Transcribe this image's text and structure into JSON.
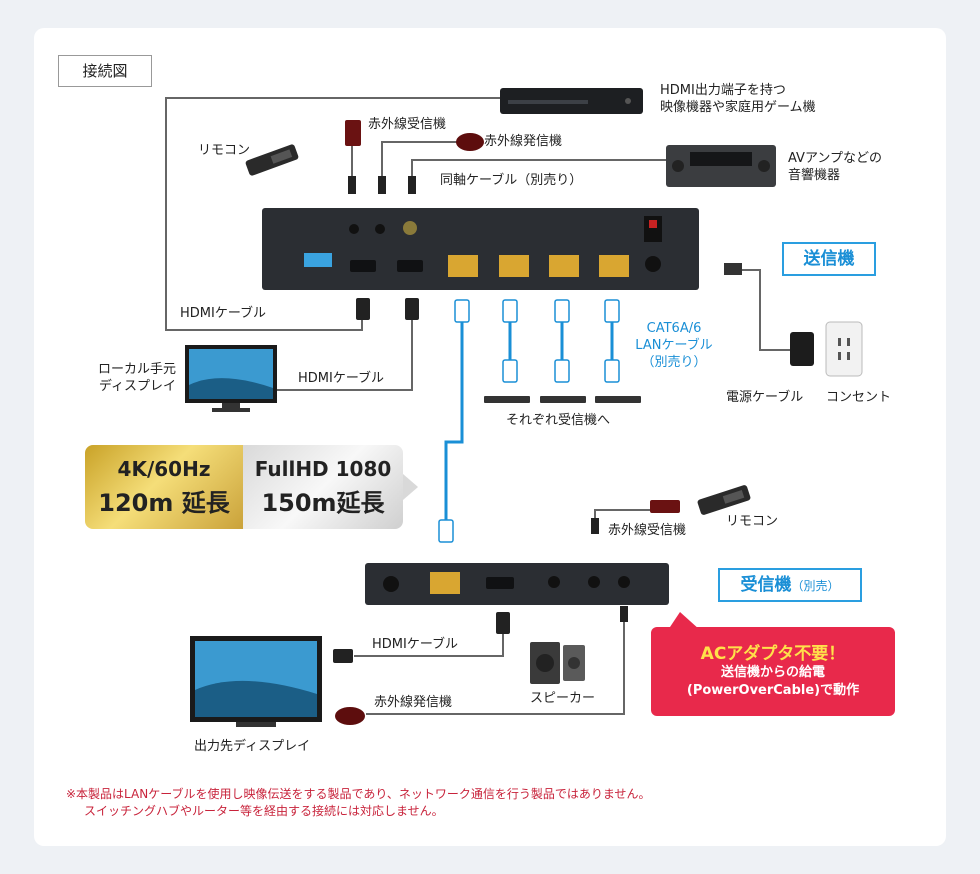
{
  "title": "接続図",
  "sender_label": "送信機",
  "receiver_label": "受信機",
  "receiver_sub": "（別売）",
  "labels": {
    "hdmi_source": [
      "HDMI出力端子を持つ",
      "映像機器や家庭用ゲーム機"
    ],
    "ir_receiver_top": "赤外線受信機",
    "ir_emitter_top": "赤外線発信機",
    "remote_top": "リモコン",
    "av_amp": [
      "AVアンプなどの",
      "音響機器"
    ],
    "coax_cable": "同軸ケーブル（別売り）",
    "hdmi_cable_left": "HDMIケーブル",
    "local_display": [
      "ローカル手元",
      "ディスプレイ"
    ],
    "hdmi_cable_local": "HDMIケーブル",
    "lan_cable": [
      "CAT6A/6",
      "LANケーブル",
      "（別売り）"
    ],
    "to_receivers": "それぞれ受信機へ",
    "power_cable": "電源ケーブル",
    "outlet": "コンセント",
    "ir_receiver_bottom": "赤外線受信機",
    "remote_bottom": "リモコン",
    "hdmi_cable_bottom": "HDMIケーブル",
    "speaker": "スピーカー",
    "ir_emitter_bottom": "赤外線発信機",
    "dest_display": "出力先ディスプレイ"
  },
  "spec": {
    "gold_line1": "4K/60Hz",
    "gold_line2": "120m 延長",
    "silver_line1": "FullHD 1080",
    "silver_line2": "150m延長"
  },
  "callout": {
    "headline": "ACアダプタ不要！",
    "line1": "送信機からの給電",
    "line2": "(PowerOverCable)で動作"
  },
  "footnote": [
    "※本製品はLANケーブルを使用し映像伝送をする製品であり、ネットワーク通信を行う製品ではありません。",
    "スイッチングハブやルーター等を経由する接続には対応しません。"
  ],
  "colors": {
    "accent": "#2a9ee0",
    "cable_blue": "#1a8fd6",
    "alert": "#e8294b",
    "device": "#2b2e33"
  }
}
